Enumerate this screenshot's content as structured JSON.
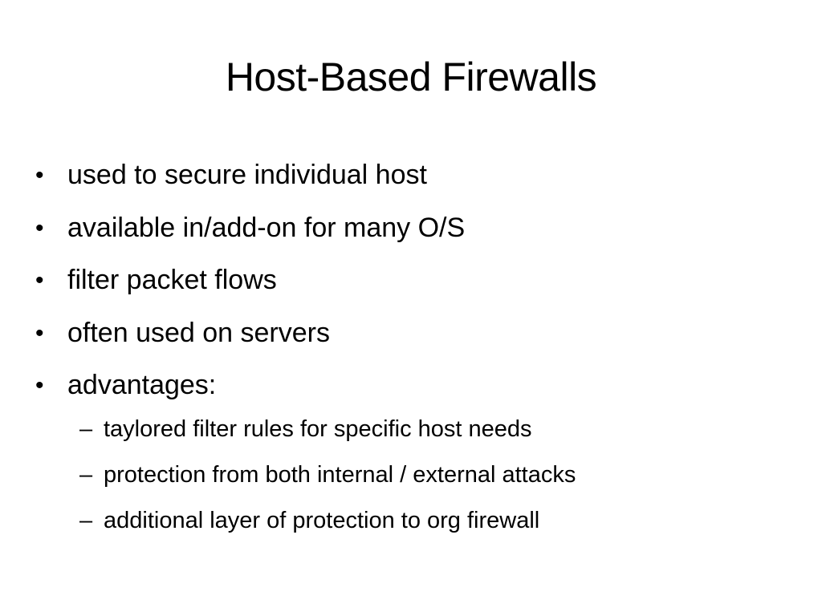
{
  "slide": {
    "title": "Host-Based Firewalls",
    "bullet_marker": "•",
    "sub_marker": "–",
    "bullets": [
      "used to secure individual host",
      "available in/add-on for many O/S",
      "filter packet flows",
      "often used on servers",
      "advantages:"
    ],
    "sub_bullets": [
      "taylored filter rules for specific host needs",
      "protection from both internal / external attacks",
      "additional layer of protection to org firewall"
    ]
  }
}
